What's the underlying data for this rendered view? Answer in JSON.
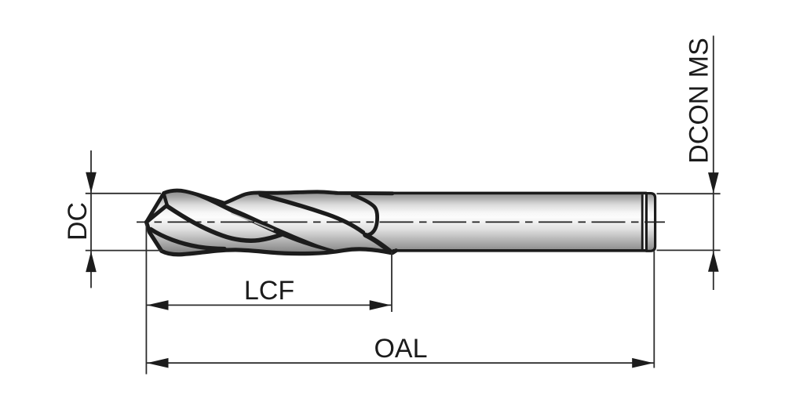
{
  "diagram": {
    "kind": "technical-drawing",
    "subject": "twist drill side view with dimension callouts",
    "background": "#ffffff",
    "labels": {
      "dc": "DC",
      "lcf": "LCF",
      "oal": "OAL",
      "dcon_ms": "DCON MS"
    },
    "colors": {
      "outline": "#1c1c1e",
      "dimension_line": "#2d2d30",
      "label_text": "#1b1b1d",
      "metal_highlight": "#fbfcfc",
      "metal_shadow_top": "#989da1",
      "metal_shadow_bottom": "#8d9195"
    }
  }
}
